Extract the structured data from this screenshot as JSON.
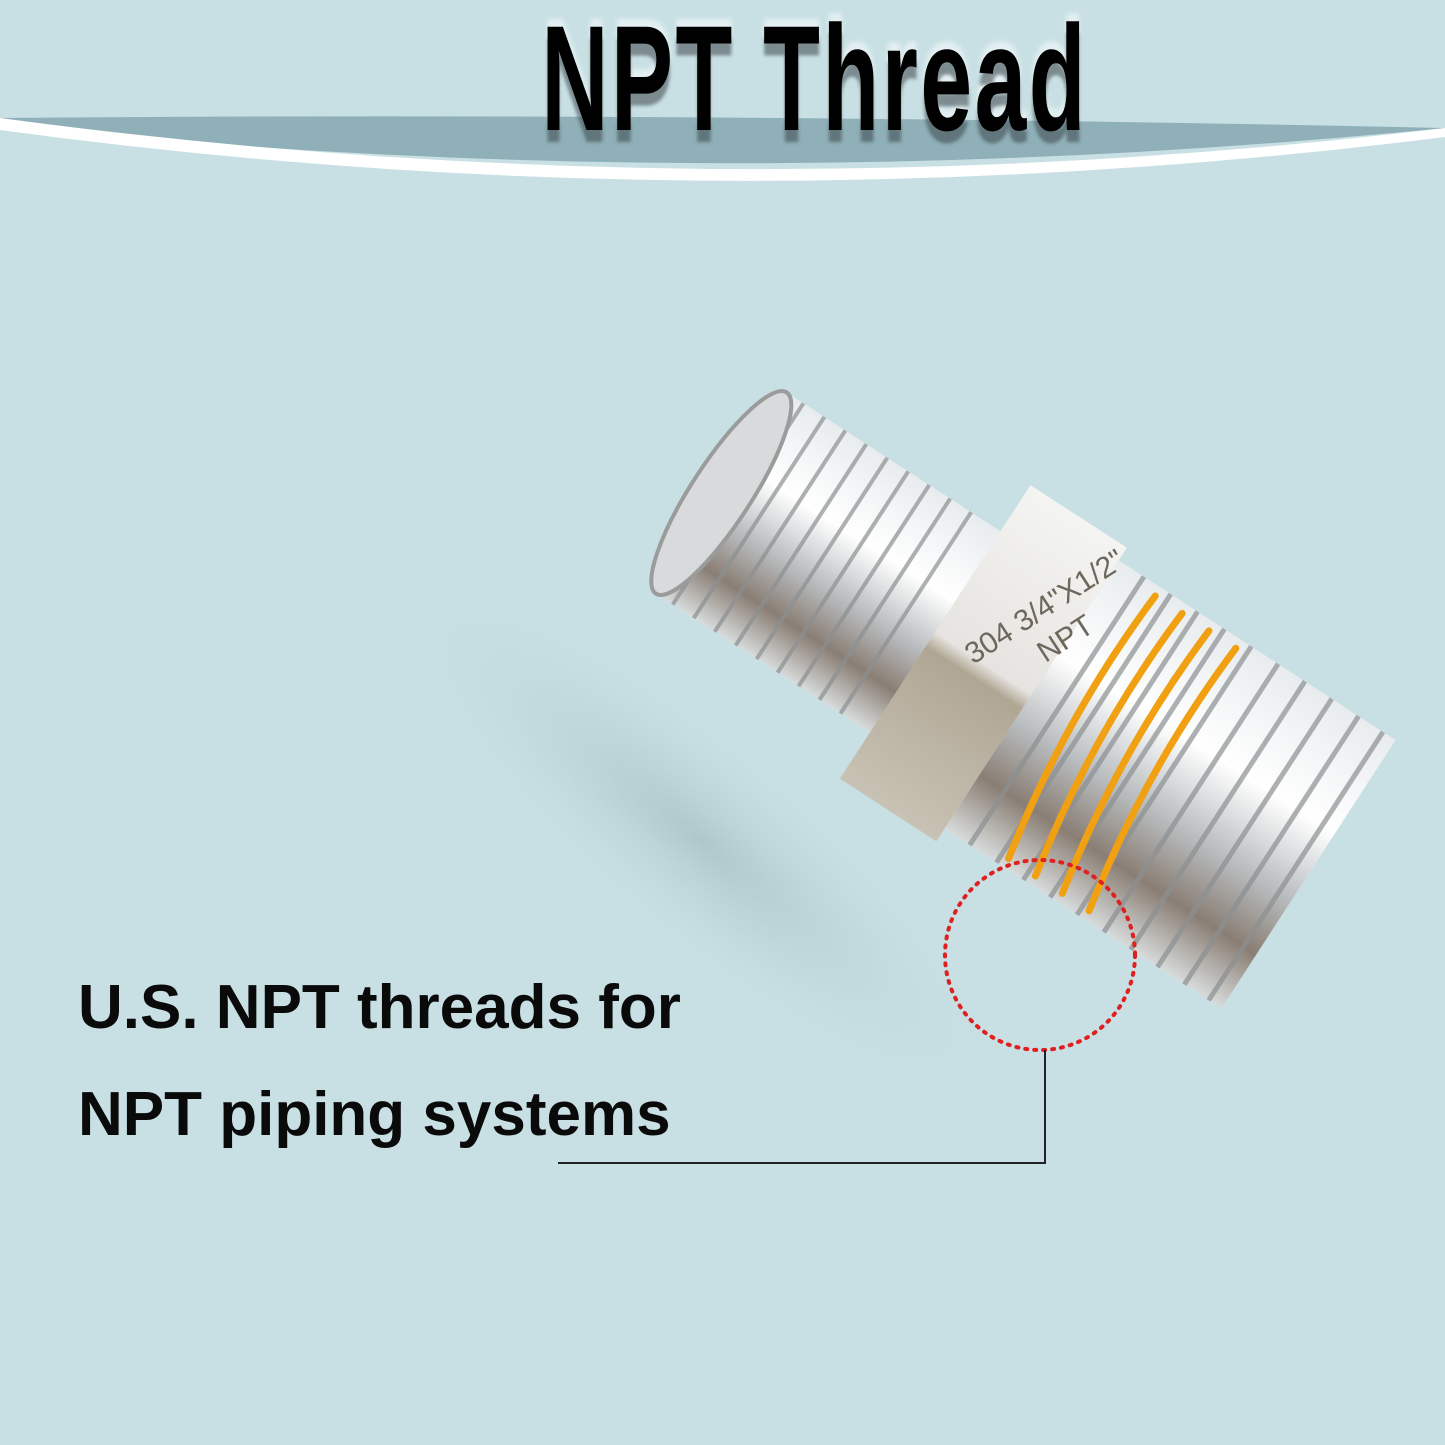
{
  "header": {
    "title": "NPT Thread"
  },
  "caption": {
    "line1": "U.S. NPT threads for",
    "line2": "NPT piping systems"
  },
  "product": {
    "engraving_line1": "304  3/4\"X1/2\"",
    "engraving_line2": "NPT"
  },
  "colors": {
    "background": "#c8e0e4",
    "band": "#8fb0b8",
    "highlight": "#f0a010",
    "callout_circle": "#e02020"
  }
}
